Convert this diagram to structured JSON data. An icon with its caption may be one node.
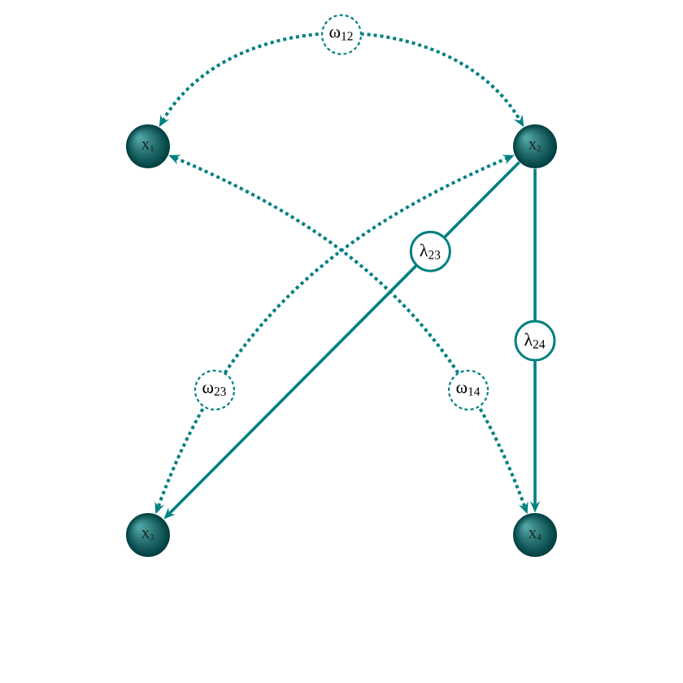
{
  "diagram": {
    "nodes": [
      {
        "text": [
          "X$_{1}$"
        ]
      },
      {
        "text": [
          "X$_{2}$"
        ]
      },
      {
        "text": [
          "X$_{3}$"
        ]
      },
      {
        "text": [
          "X$_{4}$"
        ]
      }
    ],
    "edges": [
      {
        "from": 0,
        "to": 1,
        "arrow": "both",
        "label": "ω$_{12}$",
        "style": "dashed"
      },
      {
        "from": 1,
        "to": 2,
        "arrow": "both",
        "label": "ω$_{23}$",
        "style": "dashed"
      },
      {
        "from": 0,
        "to": 3,
        "arrow": "both",
        "label": "ω$_{14}$",
        "style": "dashed"
      },
      {
        "from": 1,
        "to": 2,
        "arrow": "to",
        "label": "λ$_{23}$"
      },
      {
        "from": 1,
        "to": 3,
        "arrow": "to",
        "label": "λ$_{24}$"
      }
    ]
  }
}
